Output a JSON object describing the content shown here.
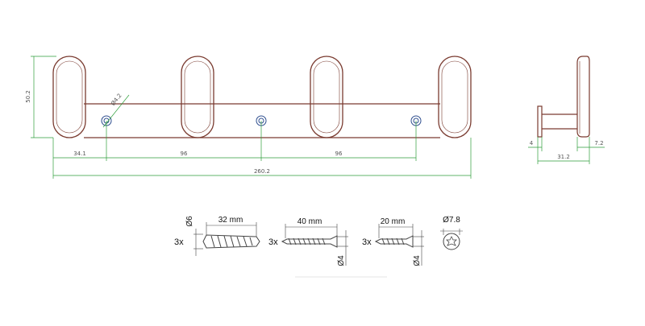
{
  "colors": {
    "outline": "#7a3b30",
    "dimension": "#2e9e3a",
    "hardware": "#444444",
    "text": "#333333"
  },
  "front_view": {
    "height": "50.2",
    "hole_diameter": "Ø4.2",
    "first_hole": "34.1",
    "spacing_1": "96",
    "spacing_2": "96",
    "total_length": "260.2"
  },
  "side_view": {
    "plate_thickness": "4",
    "depth": "31.2",
    "hook_tip": "7.2"
  },
  "hardware": {
    "dowel": {
      "qty": "3x",
      "length": "32 mm",
      "diameter": "Ø6"
    },
    "long_screw": {
      "qty": "3x",
      "length": "40 mm",
      "diameter": "Ø4"
    },
    "short_screw": {
      "qty": "3x",
      "length": "20 mm",
      "diameter": "Ø4"
    },
    "cap": {
      "diameter": "Ø7.8"
    }
  }
}
